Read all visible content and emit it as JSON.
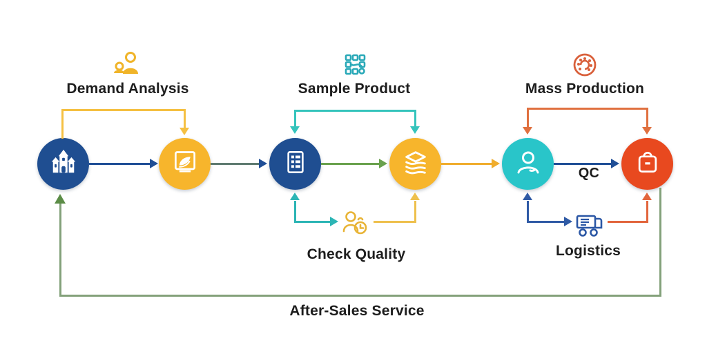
{
  "background": "#FFFFFF",
  "stages": [
    {
      "label": "Demand Analysis",
      "icon": "people-icon",
      "icon_color": "#F0B429"
    },
    {
      "label": "Sample Product",
      "icon": "pixel-grid-icon",
      "icon_color": "#2AA9B8"
    },
    {
      "label": "Mass Production",
      "icon": "machine-icon",
      "icon_color": "#D9603B"
    }
  ],
  "nodes": [
    {
      "icon": "building-icon",
      "color": "#1F4E91"
    },
    {
      "icon": "monitor-leaf-icon",
      "color": "#F7B52C"
    },
    {
      "icon": "checklist-icon",
      "color": "#1F4E91"
    },
    {
      "icon": "layers-icon",
      "color": "#F7B52C"
    },
    {
      "icon": "person-icon",
      "color": "#29C5C9"
    },
    {
      "icon": "shopping-bag-icon",
      "color": "#E8491F"
    }
  ],
  "sub_steps": {
    "check_quality": {
      "label": "Check Quality",
      "icon": "person-clock-icon",
      "icon_color": "#E8B436"
    },
    "qc": {
      "label": "QC"
    },
    "logistics": {
      "label": "Logistics",
      "icon": "truck-icon",
      "icon_color": "#2B57A5"
    },
    "after_sales": {
      "label": "After-Sales Service"
    }
  },
  "arrows": {
    "building_to_monitor": "#1F4E96",
    "demand_loop": "#F5C042",
    "monitor_to_checklist": "#5E7A70",
    "monitor_to_checklist_head": "#1F4E96",
    "sample_bracket": "#35C4BC",
    "checklist_to_layers": "#69A14D",
    "check_quality_out": "#2CB5B5",
    "check_quality_back": "#EEC04D",
    "layers_to_person": "#F0AD2D",
    "person_to_bag": "#1F4E96",
    "mass_bracket": "#E0703F",
    "logistics_out": "#2F5AA5",
    "logistics_back": "#E2653C",
    "after_sales_line": "#83A17A",
    "after_sales_arrow": "#5B8C46"
  }
}
